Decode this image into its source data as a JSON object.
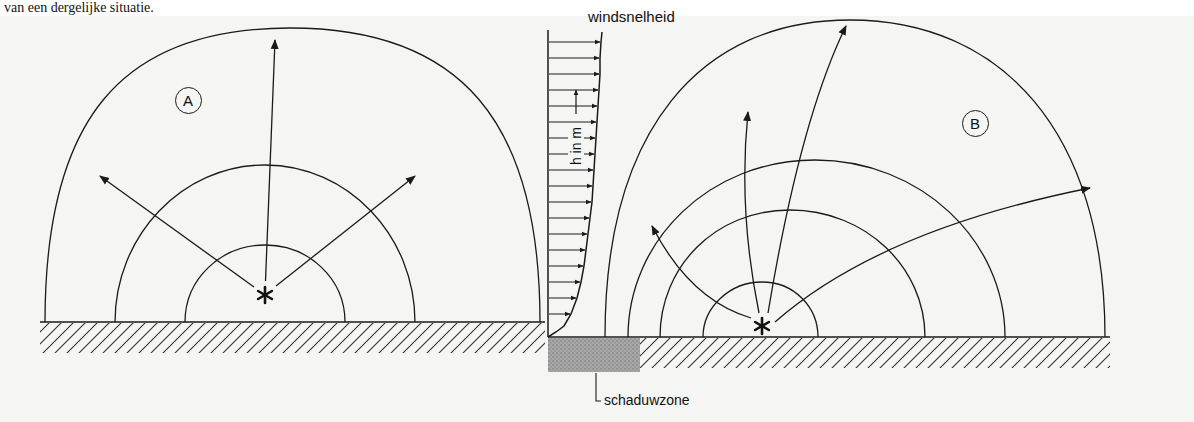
{
  "diagram": {
    "nodes": [
      {
        "text": [
          "A"
        ]
      },
      {
        "text": [
          "B"
        ]
      }
    ],
    "labels": [
      "van een dergelijke situatie.",
      "windsnelheid",
      "h in m",
      "schaduwzone"
    ]
  }
}
